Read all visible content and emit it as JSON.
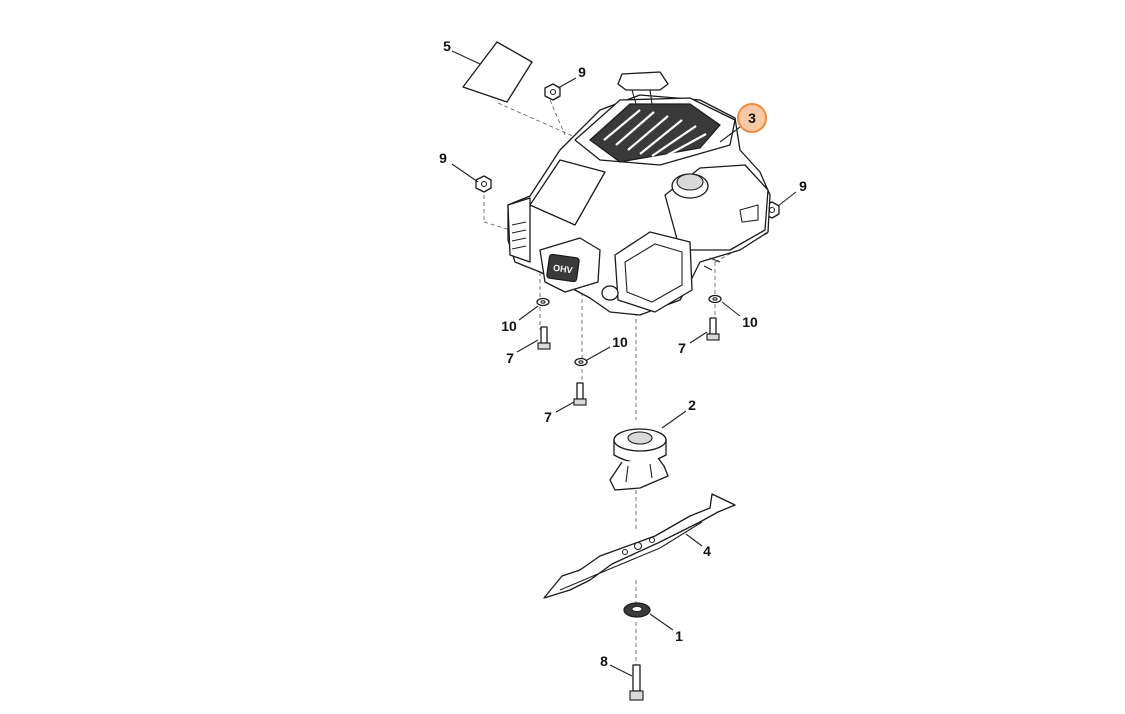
{
  "diagram": {
    "callouts": [
      {
        "id": "5",
        "label": "5"
      },
      {
        "id": "9a",
        "label": "9"
      },
      {
        "id": "3",
        "label": "3",
        "highlighted": true
      },
      {
        "id": "9b",
        "label": "9"
      },
      {
        "id": "9c",
        "label": "9"
      },
      {
        "id": "10a",
        "label": "10"
      },
      {
        "id": "7a",
        "label": "7"
      },
      {
        "id": "10b",
        "label": "10"
      },
      {
        "id": "10c",
        "label": "10"
      },
      {
        "id": "7b",
        "label": "7"
      },
      {
        "id": "7c",
        "label": "7"
      },
      {
        "id": "2",
        "label": "2"
      },
      {
        "id": "4",
        "label": "4"
      },
      {
        "id": "1",
        "label": "1"
      },
      {
        "id": "8",
        "label": "8"
      }
    ],
    "engine_badge": "OHV",
    "highlight_color": "#f08a3c"
  }
}
